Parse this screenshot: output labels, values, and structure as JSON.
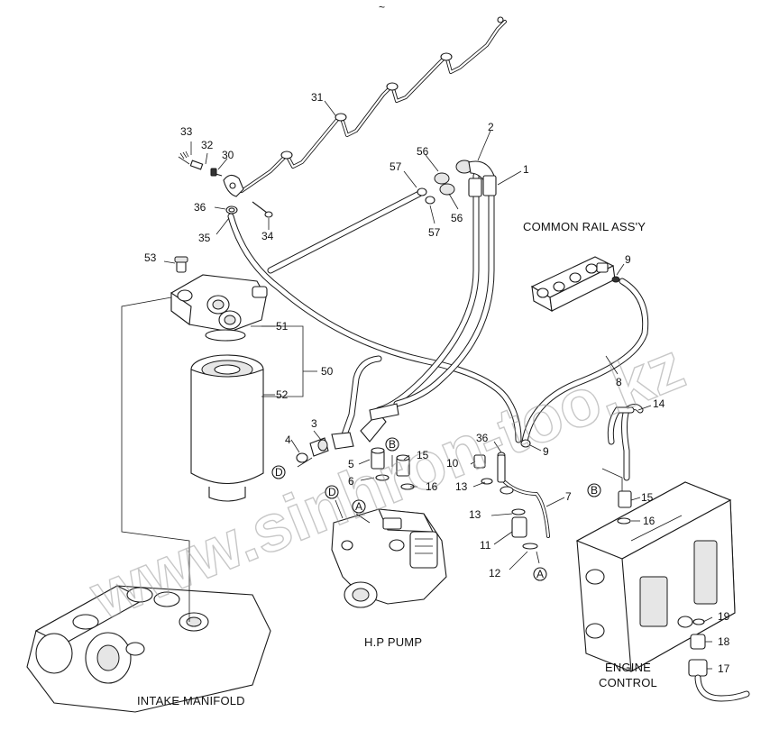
{
  "labels": {
    "common_rail": "COMMON RAIL ASS'Y",
    "hp_pump": "H.P PUMP",
    "intake_manifold": "INTAKE MANIFOLD",
    "engine_control_line1": "ENGINE",
    "engine_control_line2": "CONTROL",
    "top_mark": "~"
  },
  "callouts": {
    "n1": "1",
    "n2": "2",
    "n3": "3",
    "n4": "4",
    "n5": "5",
    "n6": "6",
    "n7": "7",
    "n8": "8",
    "n9a": "9",
    "n9b": "9",
    "n10": "10",
    "n11": "11",
    "n12": "12",
    "n13a": "13",
    "n13b": "13",
    "n14": "14",
    "n15a": "15",
    "n15b": "15",
    "n16a": "16",
    "n16b": "16",
    "n17": "17",
    "n18": "18",
    "n19": "19",
    "n30": "30",
    "n31": "31",
    "n32": "32",
    "n33": "33",
    "n34": "34",
    "n35": "35",
    "n36a": "36",
    "n36b": "36",
    "n50": "50",
    "n51": "51",
    "n52": "52",
    "n53": "53",
    "n56a": "56",
    "n56b": "56",
    "n57a": "57",
    "n57b": "57"
  },
  "markers": {
    "A1": "A",
    "A2": "A",
    "B1": "B",
    "B2": "B",
    "D1": "D",
    "D2": "D"
  },
  "watermark": "www.sinhron-too.kz"
}
